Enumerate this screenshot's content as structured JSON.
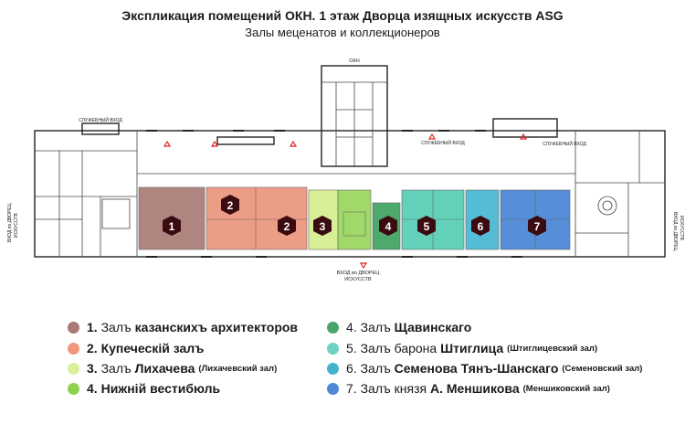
{
  "header": {
    "title": "Экспликация помещений ОКН. 1 этаж Дворца изящных искусств ASG",
    "subtitle": "Залы меценатов и коллекционеров"
  },
  "plan": {
    "labels": {
      "okn": "ОКН",
      "service_entrance_left": "СЛУЖЕБНЫЙ ВХОД",
      "service_entrance_right": "СЛУЖЕБНЫЙ ВХОД",
      "service_entrance_mid": "СЛУЖЕБНЫЙ ВХОД",
      "entrance_left_line1": "ВХОД во ДВОРЕЦ",
      "entrance_left_line2": "ИСКУССТВ",
      "entrance_right_line1": "ВХОД во ДВОРЕЦ",
      "entrance_right_line2": "ИСКУССТВ",
      "entrance_bottom_line1": "ВХОД во ДВОРЕЦ",
      "entrance_bottom_line2": "ИСКУССТВ"
    },
    "halls": [
      {
        "num": "1",
        "color": "#a06a63"
      },
      {
        "num": "2",
        "color": "#e8876a"
      },
      {
        "num": "2",
        "color": "#e8876a"
      },
      {
        "num": "3",
        "color": "#d4ec8c"
      },
      {
        "num": "4",
        "color": "#2f9a55"
      },
      {
        "num": "5",
        "color": "#48c9ae"
      },
      {
        "num": "6",
        "color": "#37b0cf"
      },
      {
        "num": "7",
        "color": "#3f7fd2"
      }
    ],
    "vestibule_color": "#8fd14f"
  },
  "legend": {
    "items": [
      {
        "num": "1.",
        "prefix": "Залъ",
        "name": "казанскихъ архитекторов",
        "note": "",
        "color": "#a97a74"
      },
      {
        "num": "2.",
        "prefix": "",
        "name": "Купеческiй залъ",
        "note": "",
        "color": "#f0977c"
      },
      {
        "num": "3.",
        "prefix": "Залъ",
        "name": "Лихачева",
        "note": "(Лихачевский зал)",
        "color": "#d9ef9c"
      },
      {
        "num": "4.",
        "prefix": "",
        "name": "Нижнiй вестибюль",
        "note": "",
        "color": "#8fd14f"
      },
      {
        "num": "4.",
        "prefix": "Залъ",
        "name": "Щавинскаго",
        "note": "",
        "color": "#4aa36c"
      },
      {
        "num": "5.",
        "prefix": "Залъ барона",
        "name": "Штиглица",
        "note": "(Штиглицевский зал)",
        "color": "#6fd2c0"
      },
      {
        "num": "6.",
        "prefix": "Залъ",
        "name": "Семенова Тянъ-Шанскаго",
        "note": "(Семеновский зал)",
        "color": "#43b2cf"
      },
      {
        "num": "7.",
        "prefix": "Залъ князя",
        "name": "А. Меншикова",
        "note": "(Меншиковский зал)",
        "color": "#4f86d6"
      }
    ]
  }
}
